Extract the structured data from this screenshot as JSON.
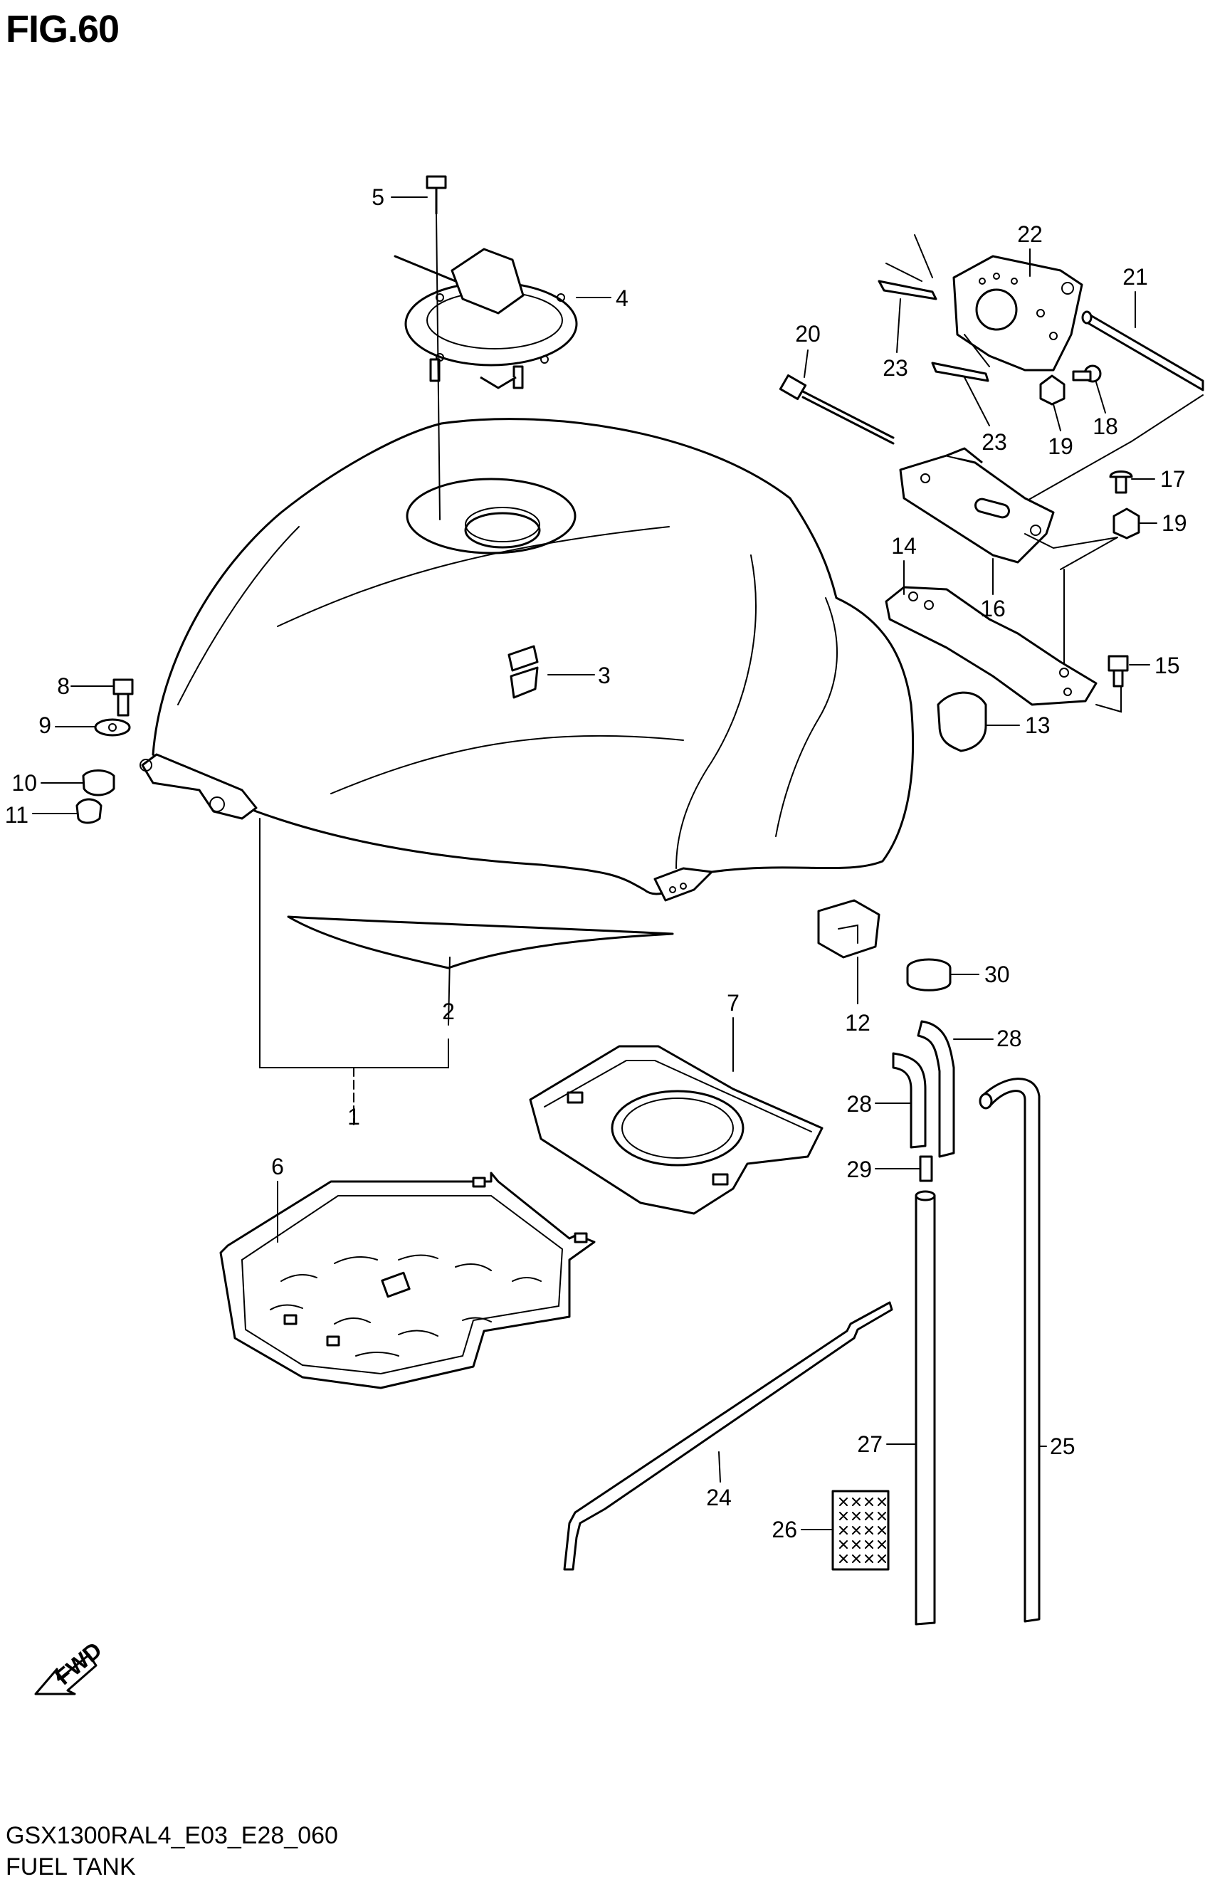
{
  "figure": {
    "title": "FIG.60",
    "model_code": "GSX1300RAL4_E03_E28_060",
    "name": "FUEL TANK",
    "fwd_label": "FWD"
  },
  "callouts": [
    {
      "id": "c1",
      "label": "1"
    },
    {
      "id": "c2",
      "label": "2"
    },
    {
      "id": "c3",
      "label": "3"
    },
    {
      "id": "c4",
      "label": "4"
    },
    {
      "id": "c5",
      "label": "5"
    },
    {
      "id": "c6",
      "label": "6"
    },
    {
      "id": "c7",
      "label": "7"
    },
    {
      "id": "c8",
      "label": "8"
    },
    {
      "id": "c9",
      "label": "9"
    },
    {
      "id": "c10",
      "label": "10"
    },
    {
      "id": "c11",
      "label": "11"
    },
    {
      "id": "c12",
      "label": "12"
    },
    {
      "id": "c13",
      "label": "13"
    },
    {
      "id": "c14",
      "label": "14"
    },
    {
      "id": "c15",
      "label": "15"
    },
    {
      "id": "c16",
      "label": "16"
    },
    {
      "id": "c17",
      "label": "17"
    },
    {
      "id": "c18",
      "label": "18"
    },
    {
      "id": "c19a",
      "label": "19"
    },
    {
      "id": "c19b",
      "label": "19"
    },
    {
      "id": "c20",
      "label": "20"
    },
    {
      "id": "c21",
      "label": "21"
    },
    {
      "id": "c22",
      "label": "22"
    },
    {
      "id": "c23a",
      "label": "23"
    },
    {
      "id": "c23b",
      "label": "23"
    },
    {
      "id": "c24",
      "label": "24"
    },
    {
      "id": "c25",
      "label": "25"
    },
    {
      "id": "c26",
      "label": "26"
    },
    {
      "id": "c27",
      "label": "27"
    },
    {
      "id": "c28a",
      "label": "28"
    },
    {
      "id": "c28b",
      "label": "28"
    },
    {
      "id": "c29",
      "label": "29"
    },
    {
      "id": "c30",
      "label": "30"
    }
  ]
}
